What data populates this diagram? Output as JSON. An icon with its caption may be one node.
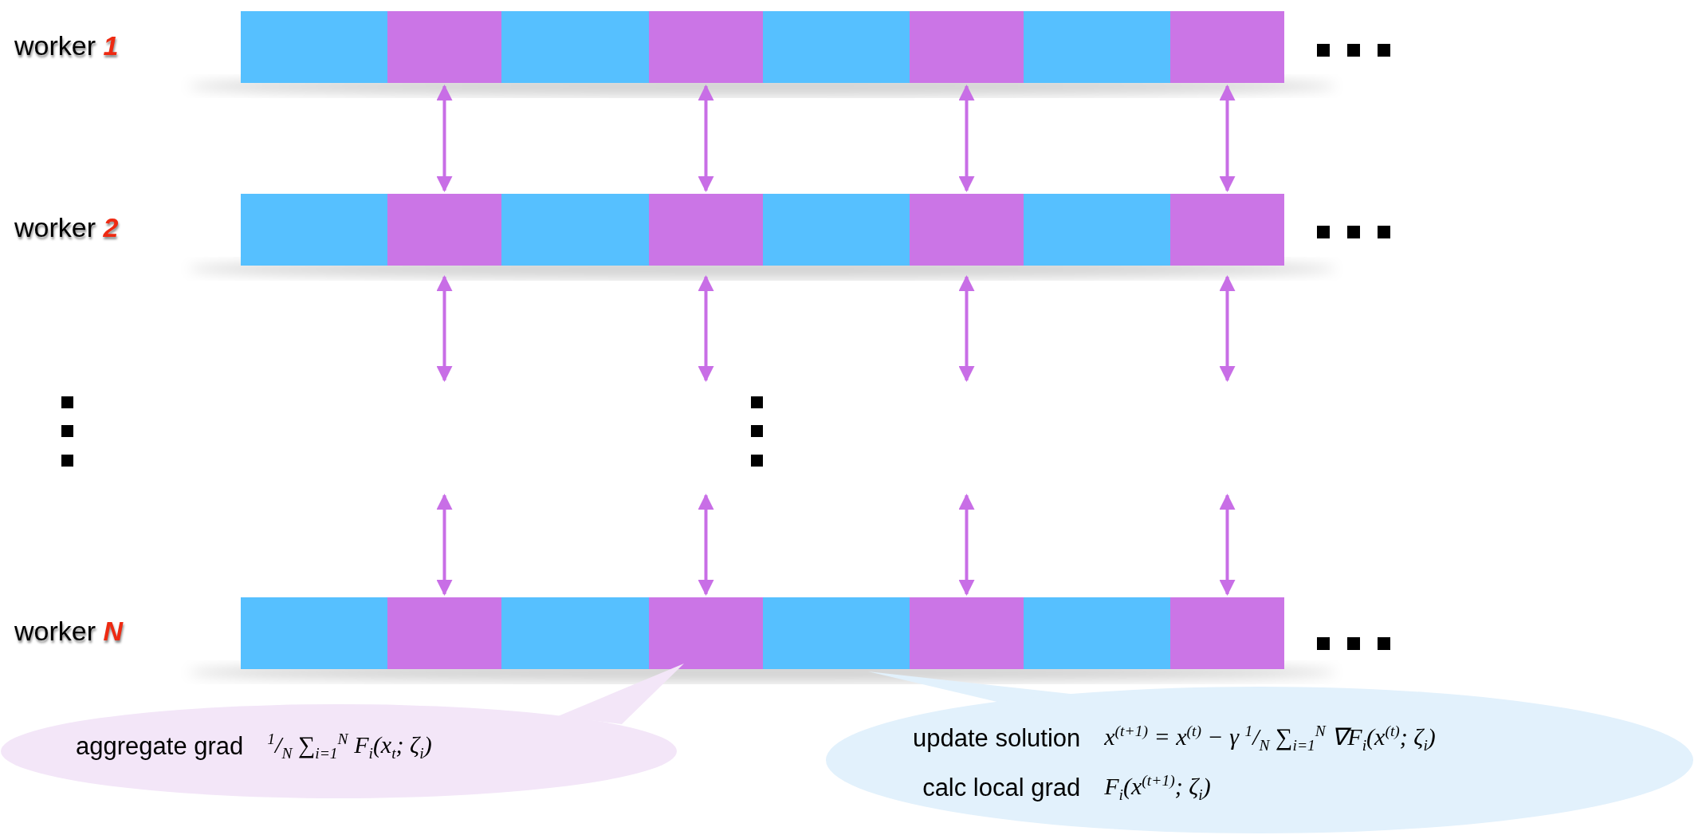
{
  "diagram": {
    "nodes": [
      {
        "text": [],
        "shape": "box"
      },
      {
        "text": [],
        "shape": "box"
      },
      {
        "text": [],
        "shape": "box"
      },
      {
        "text": [],
        "shape": "box"
      },
      {
        "text": [],
        "shape": "box"
      },
      {
        "text": [],
        "shape": "box"
      },
      {
        "text": [],
        "shape": "box"
      },
      {
        "text": [],
        "shape": "box"
      },
      {
        "text": [],
        "shape": "box"
      },
      {
        "text": [],
        "shape": "box"
      },
      {
        "text": [],
        "shape": "box"
      },
      {
        "text": [],
        "shape": "box"
      },
      {
        "text": [],
        "shape": "box"
      },
      {
        "text": [],
        "shape": "box"
      },
      {
        "text": [],
        "shape": "box"
      },
      {
        "text": [],
        "shape": "box"
      },
      {
        "text": [],
        "shape": "box"
      },
      {
        "text": [],
        "shape": "box"
      },
      {
        "text": [],
        "shape": "box"
      },
      {
        "text": [],
        "shape": "box"
      },
      {
        "text": [],
        "shape": "box"
      },
      {
        "text": [],
        "shape": "box"
      },
      {
        "text": [],
        "shape": "box"
      },
      {
        "text": [],
        "shape": "box"
      },
      {
        "text": [
          "aggregate grad",
          "$^{1}$/$_{N}$ ∑$_{i=1}$$^{N}$ F$_{i}$(x$_{t}$; ζ$_{i}$)"
        ]
      },
      {
        "text": [
          "update solution",
          "x$^{(t+1)}$ = x$^{(t)}$ − γ $^{1}$/$_{N}$ ∑$_{i=1}$$^{N}$ ∇F$_{i}$(x$^{(t)}$; ζ$_{i}$)",
          "calc local grad",
          "F$_{i}$(x$^{(t+1)}$; ζ$_{i}$)"
        ]
      }
    ],
    "edges": [
      {
        "from": 1,
        "to": 9,
        "arrow": "both"
      },
      {
        "from": 3,
        "to": 11,
        "arrow": "both"
      },
      {
        "from": 5,
        "to": 13,
        "arrow": "both"
      },
      {
        "from": 7,
        "to": 15,
        "arrow": "both"
      },
      {
        "from": 9,
        "to": null,
        "arrow": "both"
      },
      {
        "from": 11,
        "to": null,
        "arrow": "both"
      },
      {
        "from": 13,
        "to": null,
        "arrow": "both"
      },
      {
        "from": 15,
        "to": null,
        "arrow": "both"
      },
      {
        "from": null,
        "to": 17,
        "arrow": "both"
      },
      {
        "from": null,
        "to": 19,
        "arrow": "both"
      },
      {
        "from": null,
        "to": 21,
        "arrow": "both"
      },
      {
        "from": null,
        "to": 23,
        "arrow": "both"
      }
    ],
    "labels": [
      "worker **1**",
      "worker **2**",
      "worker **N**"
    ]
  }
}
